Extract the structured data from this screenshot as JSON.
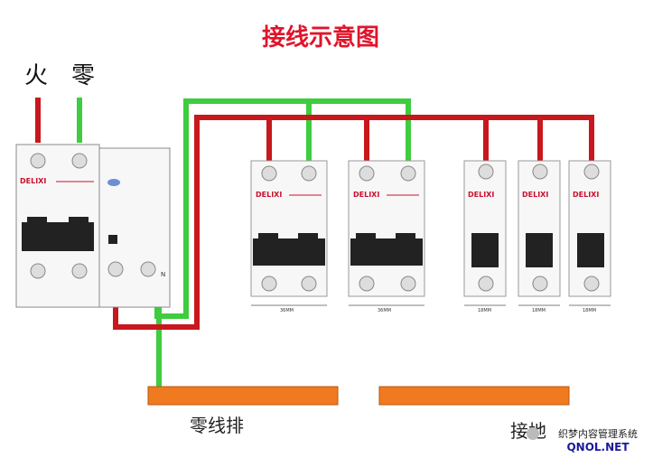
{
  "title": "接线示意图",
  "labels": {
    "live": "火",
    "neutral": "零",
    "neutral_bar": "零线排",
    "ground_bar": "接地",
    "rcd_terminal": "N"
  },
  "brand": "DELIXI",
  "breakers": [
    {
      "id": "main",
      "poles": 2
    },
    {
      "id": "b1",
      "poles": 2,
      "width_label": "36MM"
    },
    {
      "id": "b2",
      "poles": 2,
      "width_label": "36MM"
    },
    {
      "id": "b3",
      "poles": 1,
      "width_label": "18MM"
    },
    {
      "id": "b4",
      "poles": 1,
      "width_label": "18MM"
    },
    {
      "id": "b5",
      "poles": 1,
      "width_label": "18MM"
    }
  ],
  "watermark": {
    "line1": "织梦内容管理系统",
    "line2": "QNOL.NET"
  },
  "colors": {
    "live": "#c8171d",
    "neutral": "#3fcc3f",
    "bar": "#f07a1f",
    "title": "#e0142b"
  }
}
